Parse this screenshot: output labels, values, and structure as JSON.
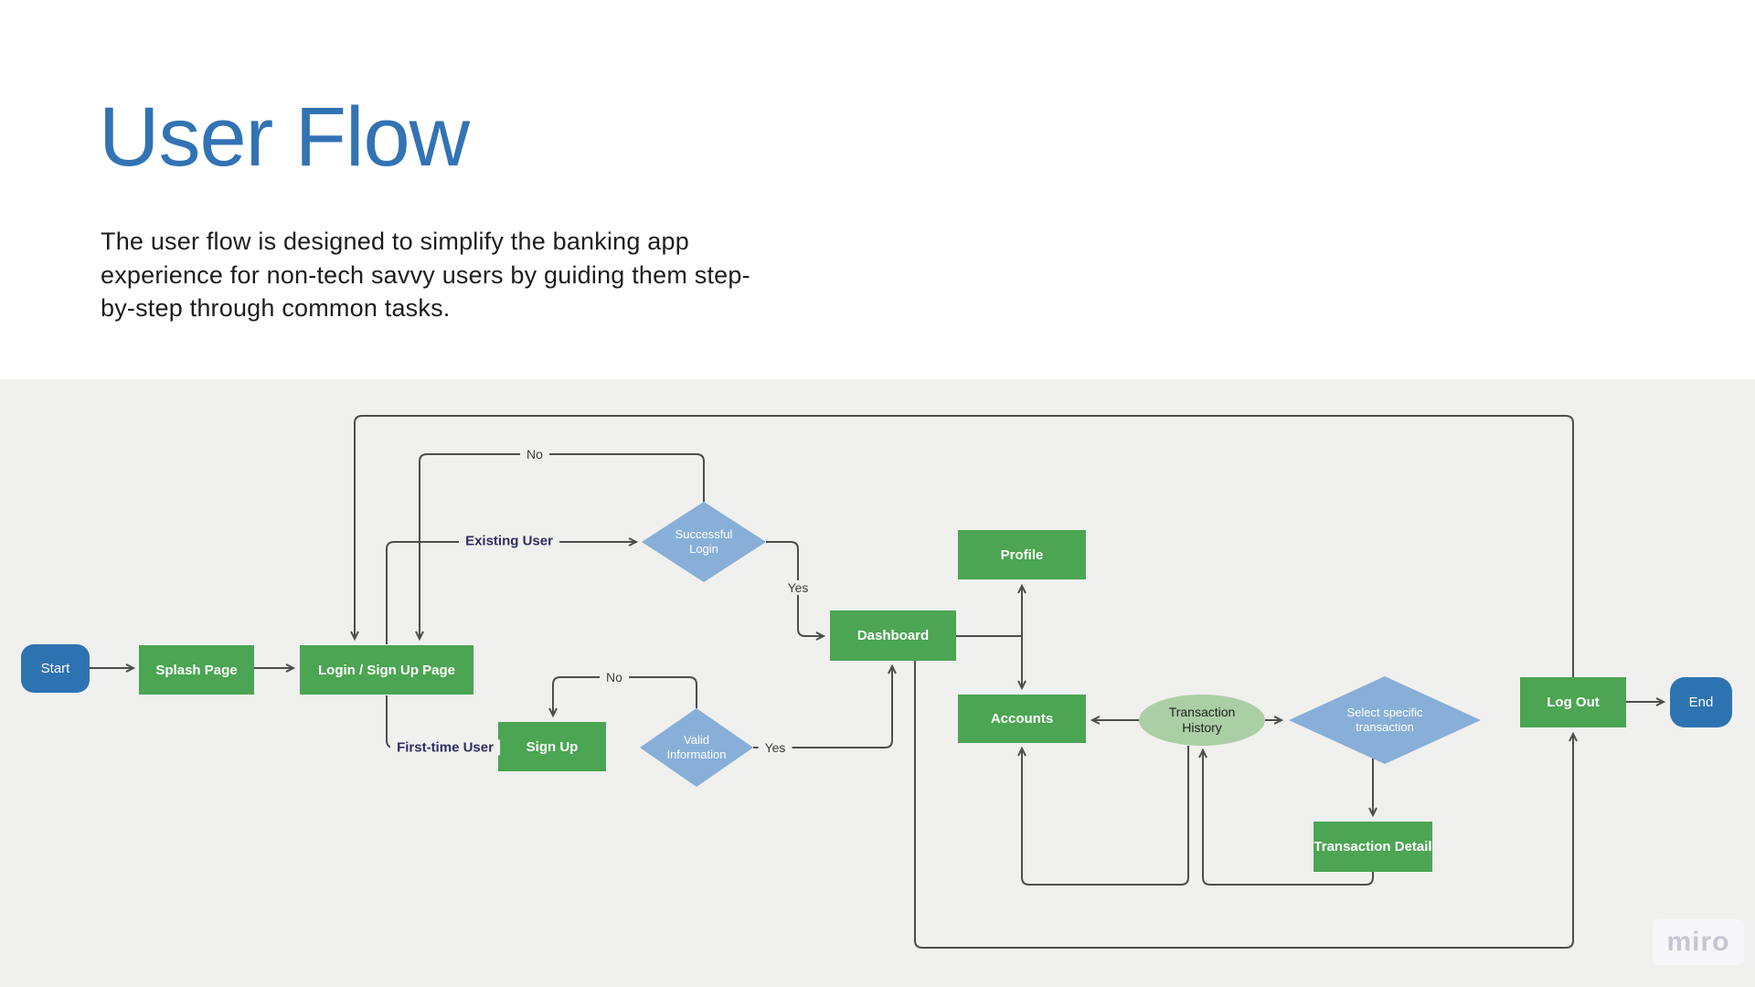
{
  "header": {
    "title": "User Flow",
    "description": "The user flow is designed to simplify the banking app experience for non-tech savvy users by guiding them step-by-step through common tasks."
  },
  "colors": {
    "title_blue": "#3273B4",
    "green": "#4BA552",
    "blue_node": "#2E73B1",
    "diamond_blue": "#87AFD7",
    "ellipse_green": "#ABCFA5",
    "panel_gray": "#F0F0EE",
    "line": "#4D4D4D",
    "label_navy": "#2D2E5F",
    "label_gray": "#3C3C3C",
    "miro_bg": "#F6F6F8",
    "miro_text": "#C6C6D2"
  },
  "flowchart": {
    "nodes": {
      "start": {
        "label": "Start",
        "type": "terminator"
      },
      "splash_page": {
        "label": "Splash Page",
        "type": "process"
      },
      "login_signup": {
        "label": "Login / Sign Up Page",
        "type": "process"
      },
      "successful_login": {
        "label": "Successful Login",
        "type": "decision"
      },
      "sign_up": {
        "label": "Sign Up",
        "type": "process"
      },
      "valid_information": {
        "label": "Valid Information",
        "type": "decision"
      },
      "dashboard": {
        "label": "Dashboard",
        "type": "process"
      },
      "profile": {
        "label": "Profile",
        "type": "process"
      },
      "accounts": {
        "label": "Accounts",
        "type": "process"
      },
      "transaction_history": {
        "label": "Transaction History",
        "type": "ellipse"
      },
      "select_transaction": {
        "label": "Select specific transaction",
        "type": "decision"
      },
      "transaction_detail": {
        "label": "Transaction Detail",
        "type": "process"
      },
      "log_out": {
        "label": "Log Out",
        "type": "process"
      },
      "end": {
        "label": "End",
        "type": "terminator"
      }
    },
    "labels": {
      "no_login": "No",
      "existing_user": "Existing User",
      "yes_login": "Yes",
      "no_valid": "No",
      "yes_valid": "Yes",
      "first_time_user": "First-time User"
    },
    "edges": [
      {
        "from": "start",
        "to": "splash_page"
      },
      {
        "from": "splash_page",
        "to": "login_signup"
      },
      {
        "from": "login_signup",
        "to": "successful_login",
        "label": "Existing User"
      },
      {
        "from": "successful_login",
        "to": "login_signup",
        "label": "No"
      },
      {
        "from": "successful_login",
        "to": "dashboard",
        "label": "Yes"
      },
      {
        "from": "login_signup",
        "to": "sign_up",
        "label": "First-time User"
      },
      {
        "from": "valid_information",
        "to": "sign_up",
        "label": "No"
      },
      {
        "from": "valid_information",
        "to": "dashboard",
        "label": "Yes"
      },
      {
        "from": "dashboard",
        "to": "profile"
      },
      {
        "from": "dashboard",
        "to": "accounts"
      },
      {
        "from": "transaction_history",
        "to": "accounts"
      },
      {
        "from": "transaction_history",
        "to": "select_transaction"
      },
      {
        "from": "transaction_history",
        "to": "accounts",
        "via": "bottom loop"
      },
      {
        "from": "select_transaction",
        "to": "transaction_detail"
      },
      {
        "from": "transaction_detail",
        "to": "transaction_history",
        "via": "bottom loop"
      },
      {
        "from": "dashboard",
        "to": "log_out",
        "via": "bottom loop"
      },
      {
        "from": "log_out",
        "to": "end"
      },
      {
        "from": "log_out",
        "to": "login_signup",
        "via": "outer loop"
      }
    ]
  },
  "watermark": {
    "label": "miro"
  }
}
